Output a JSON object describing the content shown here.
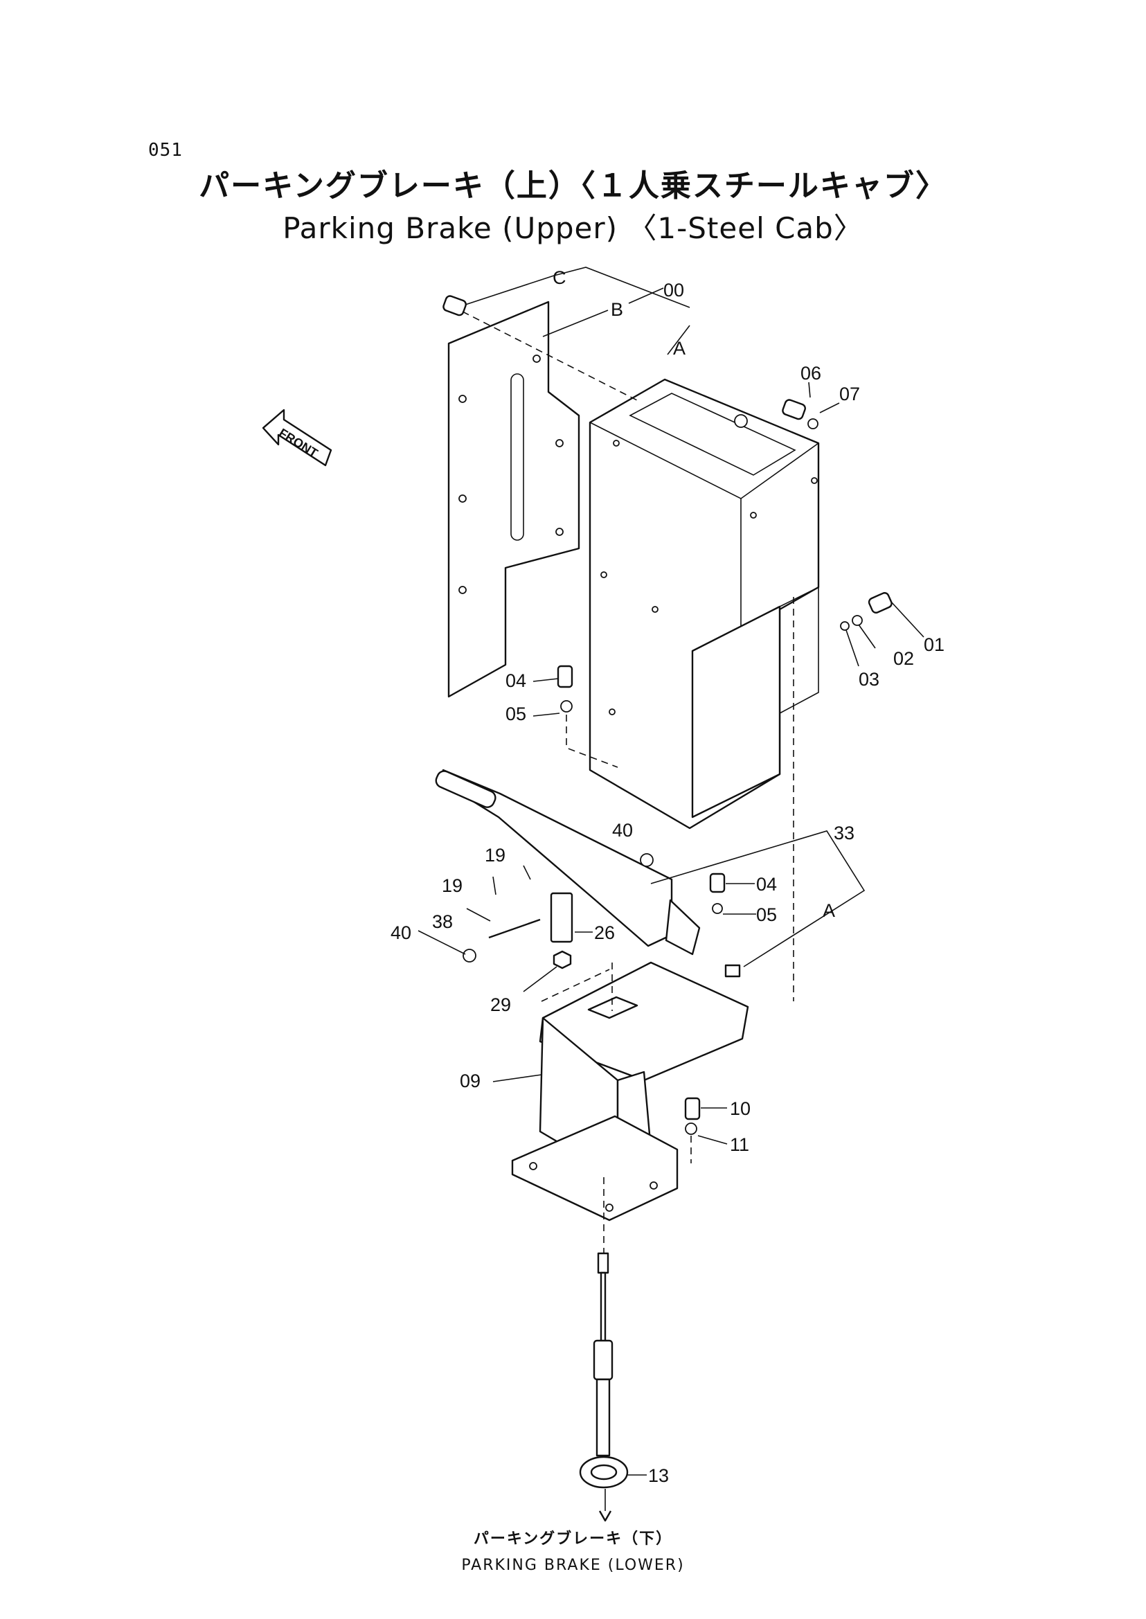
{
  "page_number": "051",
  "title_jp": "パーキングブレーキ（上）〈１人乗スチールキャブ〉",
  "title_en": "Parking Brake (Upper) 〈1-Steel Cab〉",
  "front_label": "FRONT",
  "callouts": {
    "c00": "00",
    "c01": "01",
    "c02": "02",
    "c03": "03",
    "c04a": "04",
    "c05a": "05",
    "c06": "06",
    "c07": "07",
    "c09": "09",
    "c10": "10",
    "c11": "11",
    "c13": "13",
    "c19a": "19",
    "c19b": "19",
    "c26": "26",
    "c29": "29",
    "c33": "33",
    "c38": "38",
    "c40a": "40",
    "c40b": "40",
    "c04b": "04",
    "c05b": "05",
    "letter_a1": "A",
    "letter_a2": "A",
    "letter_b": "B",
    "letter_c": "C"
  },
  "footer_jp": "パーキングブレーキ（下）",
  "footer_en": "PARKING BRAKE (LOWER)"
}
